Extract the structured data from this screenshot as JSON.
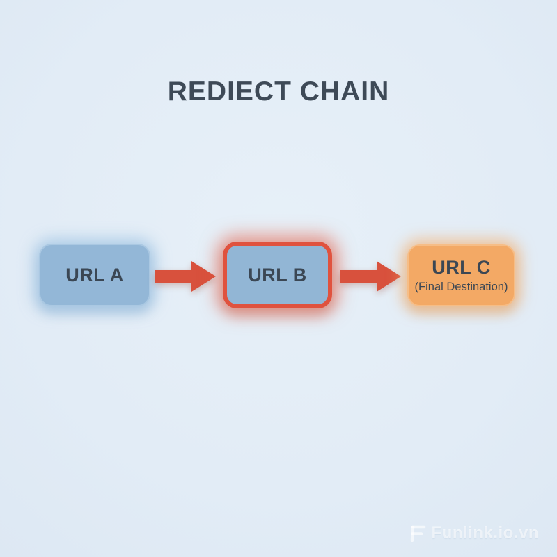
{
  "title": "REDIECT CHAIN",
  "diagram": {
    "nodes": [
      {
        "id": "url-a",
        "label": "URL A"
      },
      {
        "id": "url-b",
        "label": "URL B"
      },
      {
        "id": "url-c",
        "label": "URL C",
        "sublabel": "(Final Destination)"
      }
    ],
    "arrow_color": "#d8513d"
  },
  "colors": {
    "background": "#e2ecf6",
    "title_text": "#3e4a57",
    "node_text": "#3b4754",
    "node_blue_fill": "#93b7d7",
    "node_b_warning_border": "#e0523e",
    "node_orange_fill": "#f3a965",
    "arrow": "#d8513d",
    "watermark_text": "rgba(255,255,255,0.62)"
  },
  "watermark": {
    "text": "Funlink.io.vn",
    "icon": "funlink-f-icon"
  }
}
